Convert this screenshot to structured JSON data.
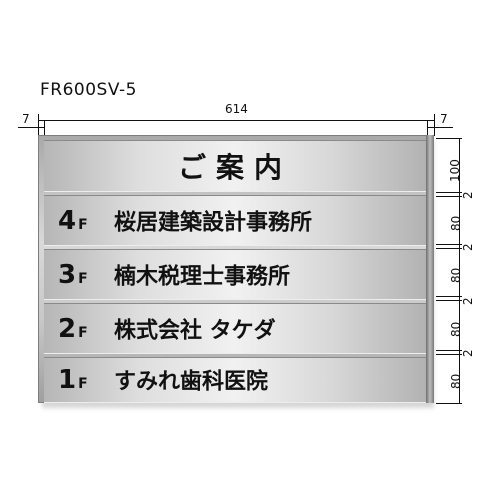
{
  "model_number": "FR600SV-5",
  "dimensions": {
    "total_width": "614",
    "left_margin": "7",
    "right_margin": "7",
    "heights": [
      "100",
      "80",
      "80",
      "80",
      "80"
    ],
    "gaps": [
      "2",
      "2",
      "2",
      "2"
    ]
  },
  "sign": {
    "title": "ご案内",
    "rows": [
      {
        "floor": "4",
        "unit": "F",
        "tenant": "桜居建築設計事務所"
      },
      {
        "floor": "3",
        "unit": "F",
        "tenant": "楠木税理士事務所"
      },
      {
        "floor": "2",
        "unit": "F",
        "tenant": "株式会社 タケダ"
      },
      {
        "floor": "1",
        "unit": "F",
        "tenant": "すみれ歯科医院"
      }
    ]
  }
}
